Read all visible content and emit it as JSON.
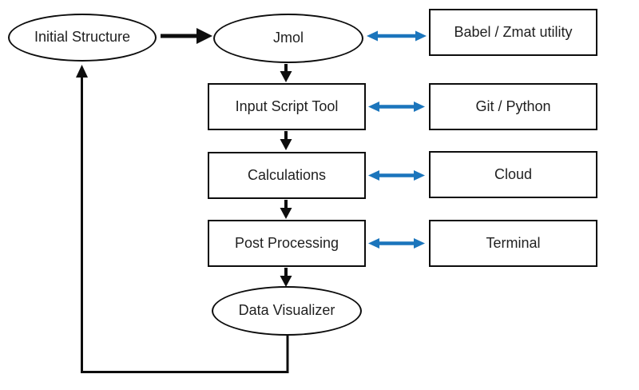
{
  "diagram": {
    "title": "Computational workflow flowchart",
    "nodes": {
      "initial_structure": {
        "label": "Initial Structure",
        "shape": "ellipse"
      },
      "jmol": {
        "label": "Jmol",
        "shape": "ellipse"
      },
      "babel_zmat": {
        "label": "Babel / Zmat utility",
        "shape": "rect"
      },
      "input_script_tool": {
        "label": "Input Script Tool",
        "shape": "rect"
      },
      "git_python": {
        "label": "Git / Python",
        "shape": "rect"
      },
      "calculations": {
        "label": "Calculations",
        "shape": "rect"
      },
      "cloud": {
        "label": "Cloud",
        "shape": "rect"
      },
      "post_processing": {
        "label": "Post Processing",
        "shape": "rect"
      },
      "terminal": {
        "label": "Terminal",
        "shape": "rect"
      },
      "data_visualizer": {
        "label": "Data Visualizer",
        "shape": "ellipse"
      }
    },
    "edges": [
      {
        "from": "Initial Structure",
        "to": "Jmol",
        "type": "arrow",
        "color": "black"
      },
      {
        "from": "Jmol",
        "to": "Babel / Zmat utility",
        "type": "bidirectional",
        "color": "blue"
      },
      {
        "from": "Jmol",
        "to": "Input Script Tool",
        "type": "arrow",
        "color": "black"
      },
      {
        "from": "Input Script Tool",
        "to": "Git / Python",
        "type": "bidirectional",
        "color": "blue"
      },
      {
        "from": "Input Script Tool",
        "to": "Calculations",
        "type": "arrow",
        "color": "black"
      },
      {
        "from": "Calculations",
        "to": "Cloud",
        "type": "bidirectional",
        "color": "blue"
      },
      {
        "from": "Calculations",
        "to": "Post Processing",
        "type": "arrow",
        "color": "black"
      },
      {
        "from": "Post Processing",
        "to": "Terminal",
        "type": "bidirectional",
        "color": "blue"
      },
      {
        "from": "Post Processing",
        "to": "Data Visualizer",
        "type": "arrow",
        "color": "black"
      },
      {
        "from": "Data Visualizer",
        "to": "Initial Structure",
        "type": "feedback-arrow",
        "color": "black"
      }
    ],
    "colors": {
      "line": "#0d0d0d",
      "blue": "#1b75bc",
      "text": "#1f1f1f",
      "background": "#ffffff"
    }
  }
}
